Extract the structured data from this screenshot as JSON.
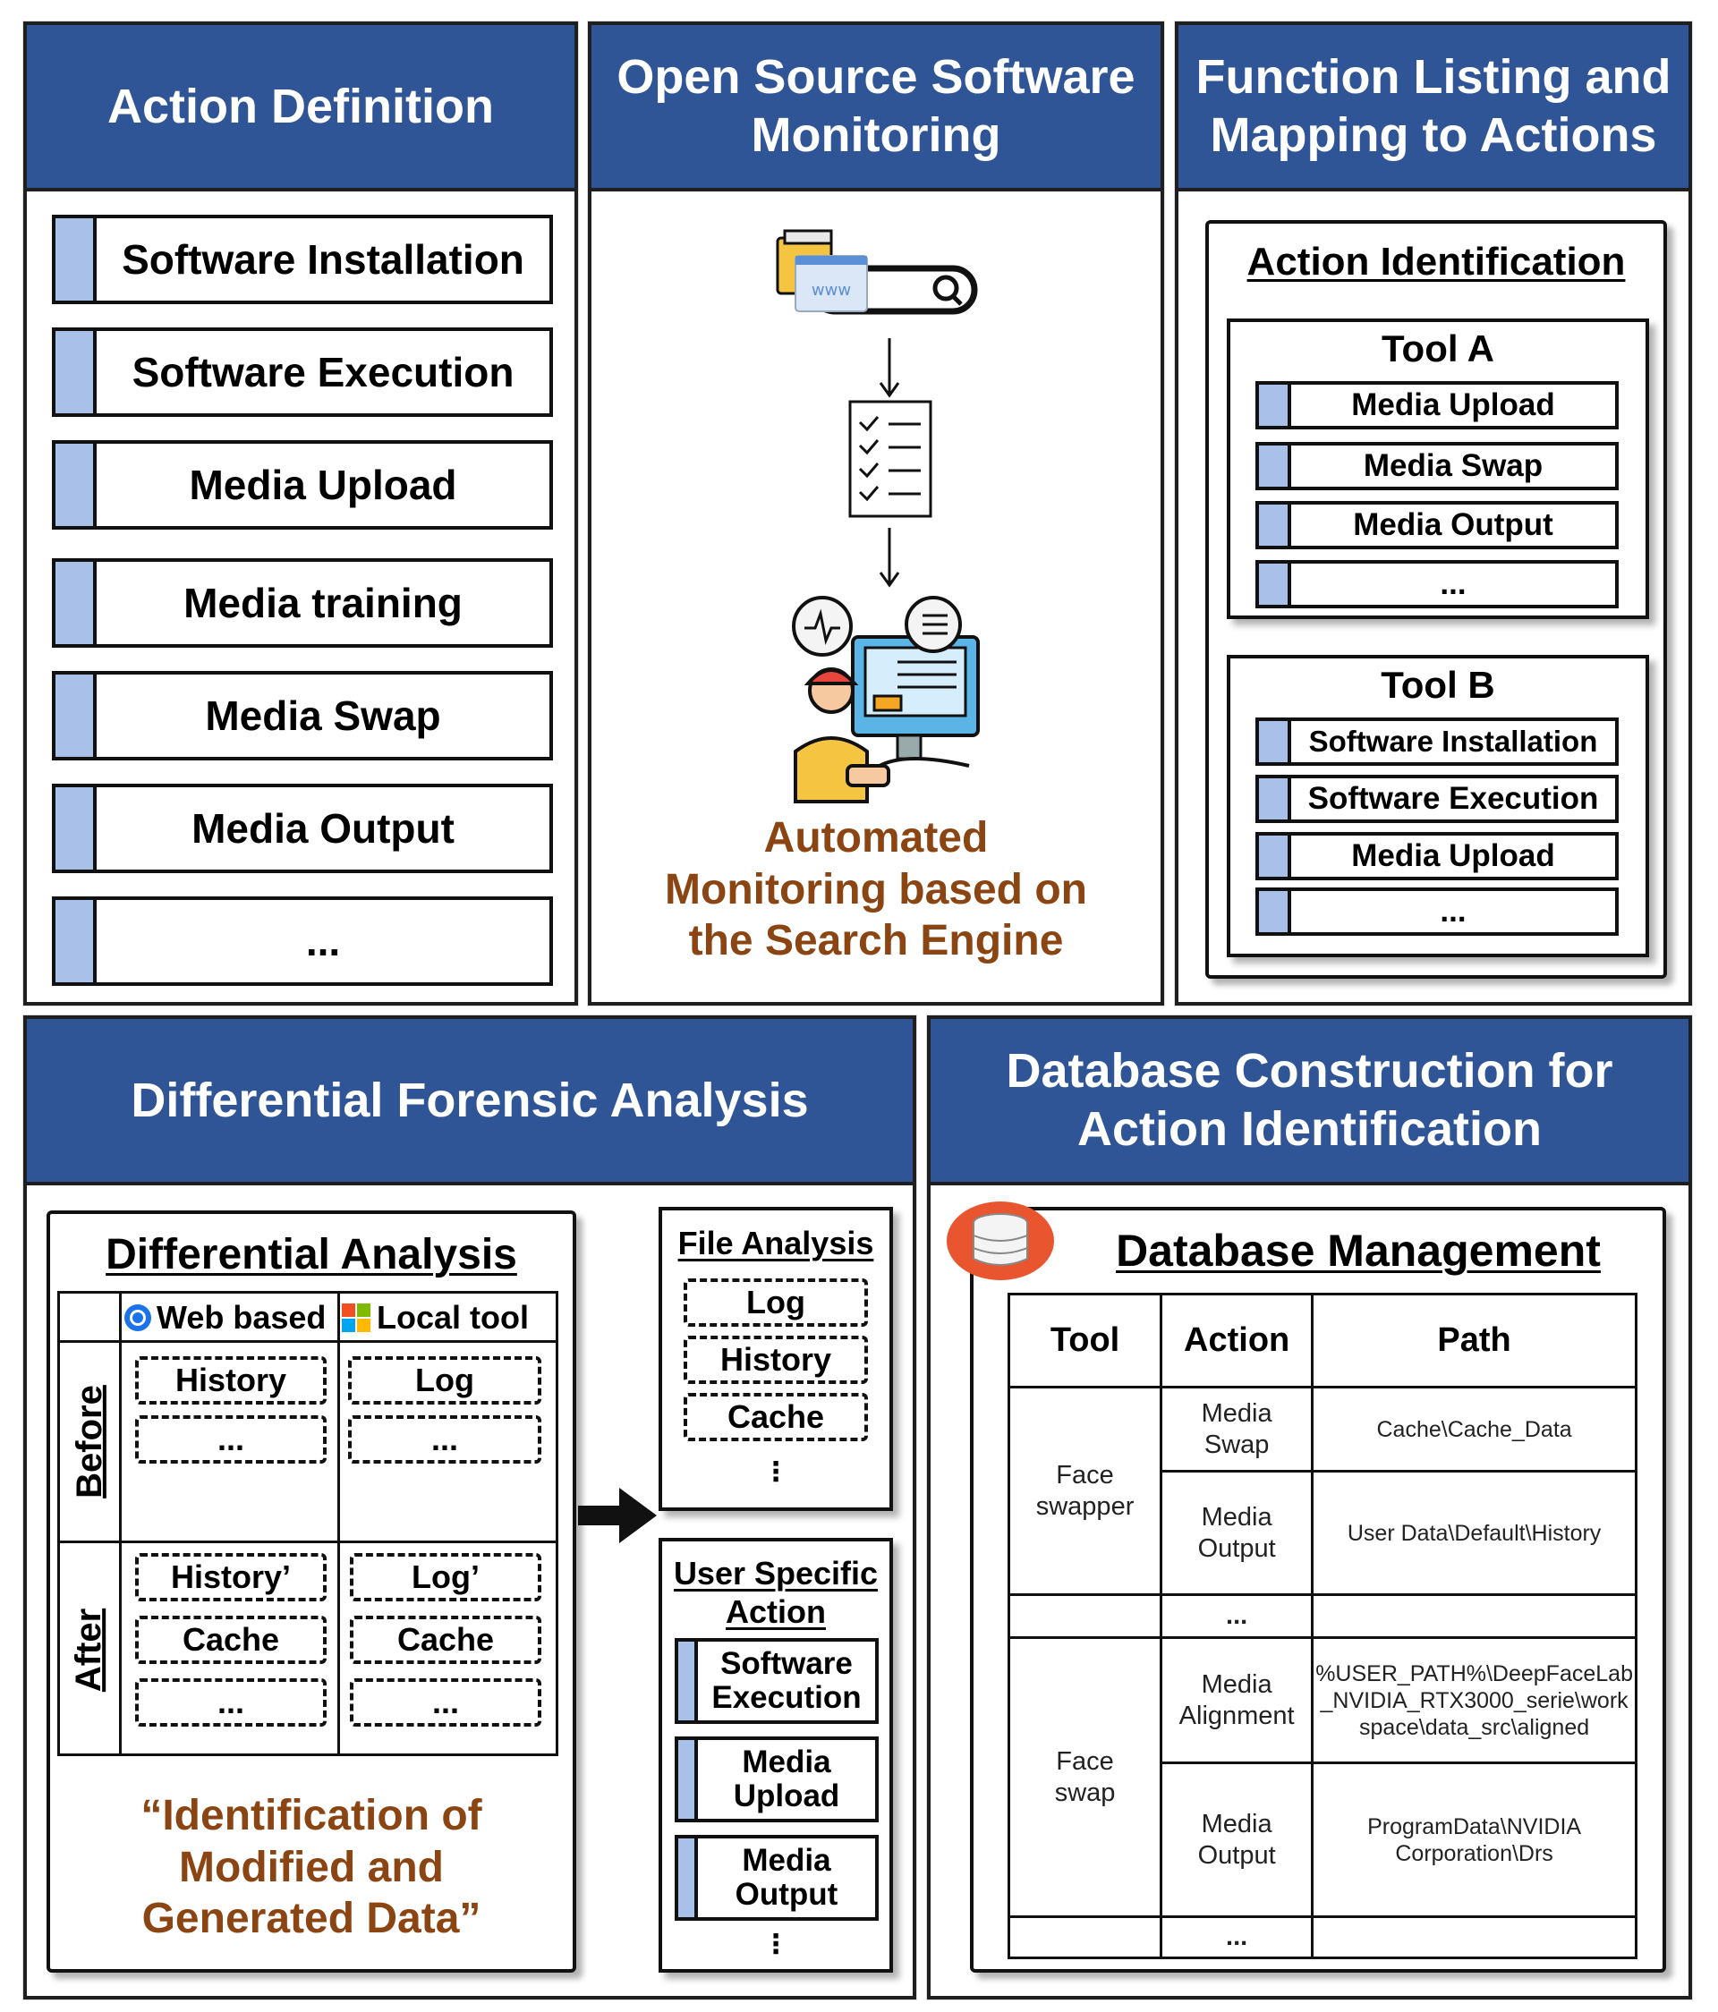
{
  "panels": {
    "action_definition": {
      "title": "Action Definition",
      "items": [
        "Software Installation",
        "Software Execution",
        "Media Upload",
        "Media training",
        "Media Swap",
        "Media Output",
        "..."
      ]
    },
    "oss_monitoring": {
      "title": "Open Source Software\nMonitoring",
      "caption": "Automated\nMonitoring based on\nthe Search Engine",
      "icon_text": "www"
    },
    "function_listing": {
      "title": "Function Listing and\nMapping to Actions",
      "card_title": "Action Identification",
      "tool_a": {
        "name": "Tool A",
        "items": [
          "Media Upload",
          "Media Swap",
          "Media Output",
          "..."
        ]
      },
      "tool_b": {
        "name": "Tool B",
        "items": [
          "Software Installation",
          "Software Execution",
          "Media Upload",
          "..."
        ]
      }
    },
    "differential": {
      "title": "Differential Forensic Analysis",
      "card_title": "Differential Analysis",
      "col_web": "Web based",
      "col_local": "Local tool",
      "row_before": "Before",
      "row_after": "After",
      "before_web": [
        "History",
        "..."
      ],
      "before_local": [
        "Log",
        "..."
      ],
      "after_web": [
        "History’",
        "Cache",
        "..."
      ],
      "after_local": [
        "Log’",
        "Cache",
        "..."
      ],
      "quote": "“Identification of\nModified and\nGenerated Data”",
      "file_analysis": {
        "title": "File Analysis",
        "items": [
          "Log",
          "History",
          "Cache"
        ],
        "more": "⋮"
      },
      "user_specific": {
        "title": "User Specific\nAction",
        "items": [
          "Software\nExecution",
          "Media\nUpload",
          "Media\nOutput"
        ],
        "more": "⋮"
      }
    },
    "database": {
      "title": "Database Construction for\nAction Identification",
      "card_title": "Database Management",
      "headers": [
        "Tool",
        "Action",
        "Path"
      ],
      "group1_tool": "Face\nswapper",
      "group2_tool": "Face\nswap",
      "rows": [
        {
          "action": "Media\nSwap",
          "path": "Cache\\Cache_Data"
        },
        {
          "action": "Media\nOutput",
          "path": "User Data\\Default\\History"
        },
        {
          "action": "...",
          "path": ""
        },
        {
          "action": "Media\nAlignment",
          "path": "%USER_PATH%\\DeepFaceLab\n_NVIDIA_RTX3000_serie\\work\nspace\\data_src\\aligned"
        },
        {
          "action": "Media\nOutput",
          "path": "ProgramData\\NVIDIA\nCorporation\\Drs"
        },
        {
          "action": "...",
          "path": ""
        }
      ]
    }
  }
}
